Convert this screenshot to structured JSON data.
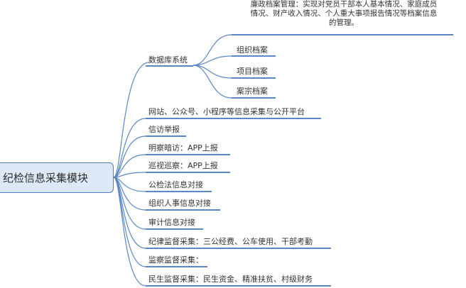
{
  "root": {
    "label": "纪检信息采集模块"
  },
  "database": {
    "label": "数据库系统",
    "note_lines": [
      "廉政档案管理：实现对党员干部本人基本情况、家庭成员",
      "情况、财产收入情况、个人重大事项报告情况等档案信息",
      "的管理。"
    ],
    "children": [
      "组织档案",
      "项目档案",
      "案宗档案"
    ]
  },
  "branches": [
    "网站、公众号、小程序等信息采集与公开平台",
    "信访举报",
    "明察暗访：APP上报",
    "巡视巡察：APP上报",
    "公检法信息对接",
    "组织人事信息对接",
    "审计信息对接",
    "纪律监督采集：三公经费、公车使用、干部考勤",
    "监察监督采集：",
    "民生监督采集：民生资金、精准扶贫、村级财务"
  ],
  "colors": {
    "line": "#5b87c5",
    "root_fill": "#dde9f6",
    "root_border": "#4d7fc0",
    "text": "#333333"
  }
}
